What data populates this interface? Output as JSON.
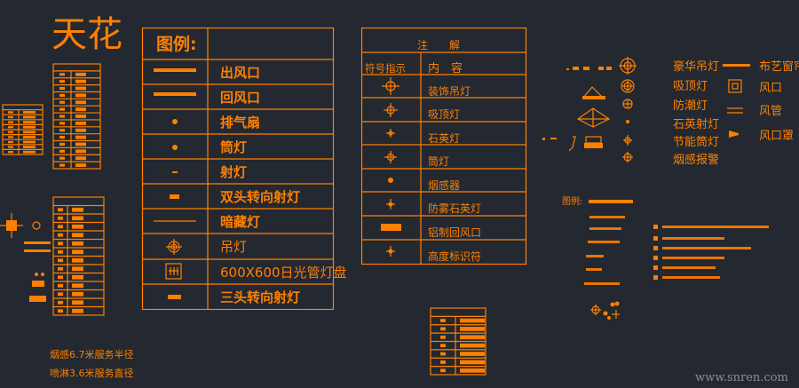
{
  "colors": {
    "background": "#232831",
    "accent": "#ff8000",
    "watermark": "#8a8f96"
  },
  "title": "天花",
  "legend_table": {
    "header": "图例:",
    "rows": [
      {
        "icon": "supply-vent-icon",
        "label": "出风口"
      },
      {
        "icon": "return-vent-icon",
        "label": "回风口"
      },
      {
        "icon": "exhaust-fan-icon",
        "label": "排气扇"
      },
      {
        "icon": "downlight-icon",
        "label": "筒灯"
      },
      {
        "icon": "spotlight-icon",
        "label": "射灯"
      },
      {
        "icon": "double-spotlight-icon",
        "label": "双头转向射灯"
      },
      {
        "icon": "hidden-light-icon",
        "label": "暗藏灯"
      },
      {
        "icon": "pendant-light-icon",
        "label": "吊灯"
      },
      {
        "icon": "grille-light-panel-icon",
        "label": "600X600日光管灯盘"
      },
      {
        "icon": "triple-spotlight-icon",
        "label": "三头转向射灯"
      }
    ]
  },
  "notes_table": {
    "title": "注　　解",
    "col_symbol": "符号指示",
    "col_content": "内　容",
    "rows": [
      {
        "icon": "chandelier-icon",
        "label": "装饰吊灯"
      },
      {
        "icon": "ceiling-light-icon",
        "label": "吸顶灯"
      },
      {
        "icon": "quartz-light-icon",
        "label": "石英灯"
      },
      {
        "icon": "downlight-icon",
        "label": "筒灯"
      },
      {
        "icon": "smoke-detector-icon",
        "label": "烟感器"
      },
      {
        "icon": "fog-quartz-light-icon",
        "label": "防雾石英灯"
      },
      {
        "icon": "aluminum-return-vent-icon",
        "label": "铝制回风口"
      },
      {
        "icon": "height-marker-icon",
        "label": "高度标识符"
      }
    ]
  },
  "right_legend": {
    "left_labels": [
      "豪华吊灯",
      "吸顶灯",
      "防潮灯",
      "石英射灯",
      "节能筒灯",
      "烟感报警"
    ],
    "right_labels": [
      "布艺窗帘",
      "风口",
      "风管",
      "风口罩"
    ]
  },
  "annotation": {
    "header": "图例:"
  },
  "notes": [
    "烟感6.7米服务半径",
    "喷淋3.6米服务直径"
  ],
  "watermark": "www.snren.com"
}
